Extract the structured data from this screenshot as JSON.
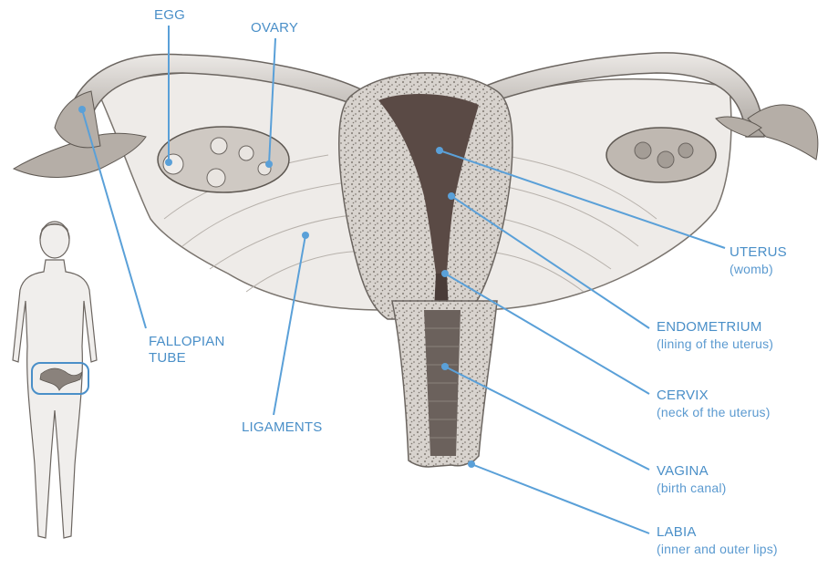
{
  "labels": {
    "egg": {
      "title": "EGG"
    },
    "ovary": {
      "title": "OVARY"
    },
    "fallopian": {
      "line1": "FALLOPIAN",
      "line2": "TUBE"
    },
    "ligaments": {
      "title": "LIGAMENTS"
    },
    "uterus": {
      "title": "UTERUS",
      "sub": "(womb)"
    },
    "endometrium": {
      "title": "ENDOMETRIUM",
      "sub": "(lining of the uterus)"
    },
    "cervix": {
      "title": "CERVIX",
      "sub": "(neck of the uterus)"
    },
    "vagina": {
      "title": "VAGINA",
      "sub": "(birth canal)"
    },
    "labia": {
      "title": "LABIA",
      "sub": "(inner and outer lips)"
    }
  },
  "colors": {
    "label": "#4a8fc8",
    "leader": "#5aa0d8",
    "tissue": "#d9d4cf",
    "outline": "#6b6560",
    "dark": "#5a4a45"
  }
}
